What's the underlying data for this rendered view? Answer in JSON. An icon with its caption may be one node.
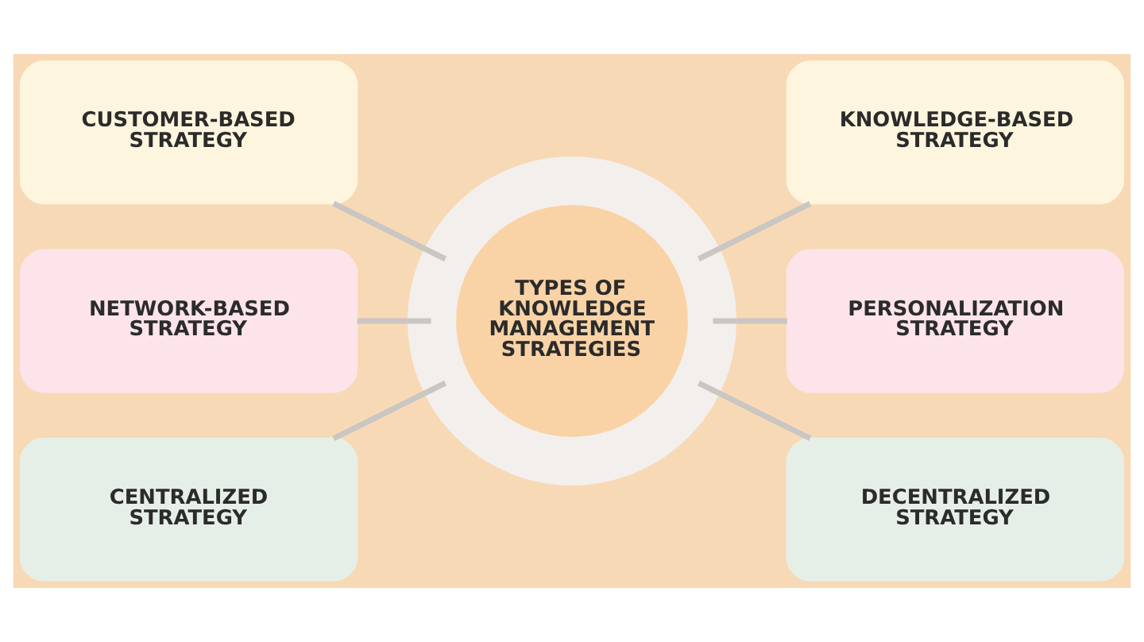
{
  "diagram": {
    "nodes": [
      {
        "text": [
          "TYPES OF KNOWLEDGE MANAGEMENT STRATEGIES"
        ]
      },
      {
        "text": [
          "CUSTOMER-BASED STRATEGY"
        ]
      },
      {
        "text": [
          "KNOWLEDGE-BASED STRATEGY"
        ]
      },
      {
        "text": [
          "NETWORK-BASED STRATEGY"
        ]
      },
      {
        "text": [
          "PERSONALIZATION STRATEGY"
        ]
      },
      {
        "text": [
          "CENTRALIZED STRATEGY"
        ]
      },
      {
        "text": [
          "DECENTRALIZED STRATEGY"
        ]
      }
    ],
    "edges": [
      {
        "from": 0,
        "to": 1,
        "arrow": "none"
      },
      {
        "from": 0,
        "to": 2,
        "arrow": "none"
      },
      {
        "from": 0,
        "to": 3,
        "arrow": "none"
      },
      {
        "from": 0,
        "to": 4,
        "arrow": "none"
      },
      {
        "from": 0,
        "to": 5,
        "arrow": "none"
      },
      {
        "from": 0,
        "to": 6,
        "arrow": "none"
      }
    ]
  }
}
